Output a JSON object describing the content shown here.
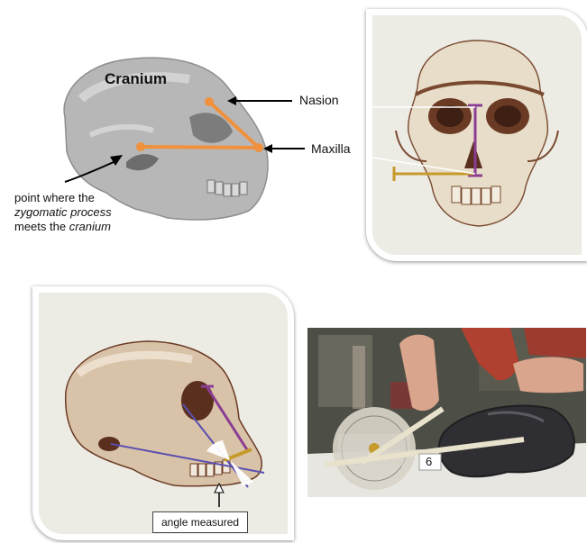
{
  "top_left": {
    "cranium_label": "Cranium",
    "note_line1": "point where the",
    "note_line2": "zygomatic process",
    "note_line3_prefix": "meets the ",
    "note_line3_em": "cranium"
  },
  "top_right": {
    "nasion_label": "Nasion",
    "maxilla_label": "Maxilla"
  },
  "bottom_left": {
    "caption": "angle measured"
  },
  "bottom_right": {
    "card_number": "6"
  },
  "colors": {
    "orange": "#f0913d",
    "purple": "#8a3d92",
    "gold": "#c69a2b",
    "photo_wall": "#4a4c42"
  }
}
